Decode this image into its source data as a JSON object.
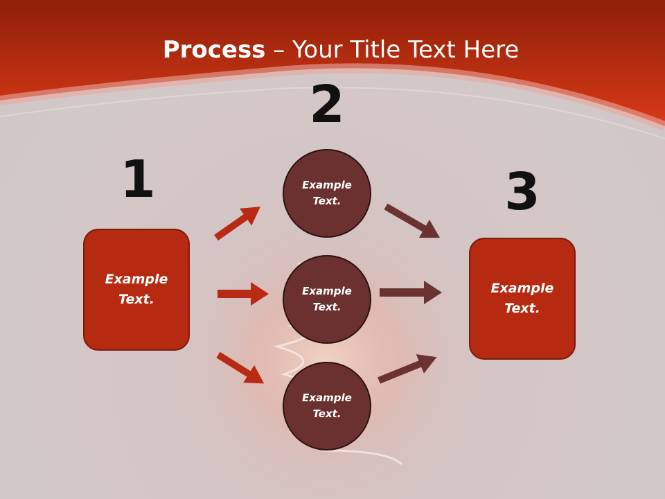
{
  "slide": {
    "title_strong": "Process",
    "title_rest": " – Your Title Text Here",
    "colors": {
      "banner": "#c0301a",
      "box_fill": "#b72a12",
      "circle_fill": "#6b3130",
      "arrow_red": "#b82a14",
      "arrow_brown": "#6a3230"
    }
  },
  "diagram": {
    "steps": [
      {
        "number": "1",
        "label": "Example\nText."
      },
      {
        "number": "2",
        "label": "Example\nText."
      },
      {
        "number": "3",
        "label": "Example\nText."
      }
    ],
    "middle_nodes": [
      {
        "label": "Example\nText."
      },
      {
        "label": "Example\nText."
      },
      {
        "label": "Example\nText."
      }
    ]
  }
}
